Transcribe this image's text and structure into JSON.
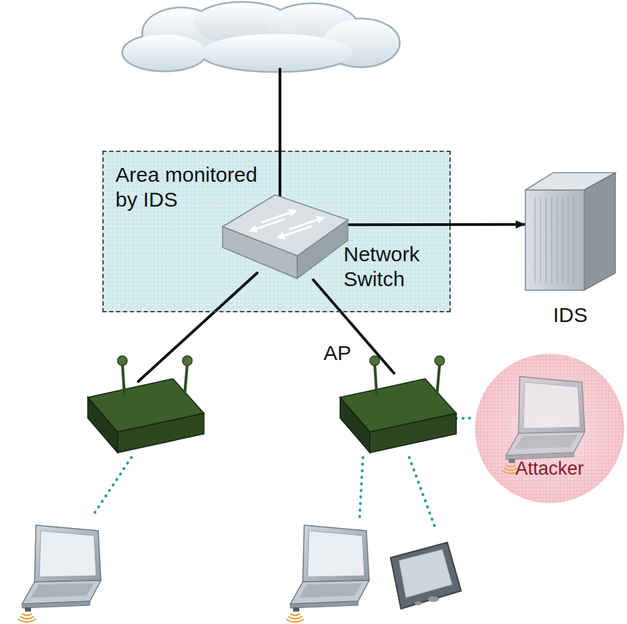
{
  "diagram": {
    "nodes": [
      {
        "text": [
          "Area monitored by IDS"
        ]
      },
      {
        "text": [
          "Network Switch"
        ],
        "in": 0
      },
      {
        "text": [
          "IDS"
        ]
      },
      {
        "text": [
          "AP"
        ]
      },
      {
        "text": [
          "Attacker"
        ]
      }
    ],
    "edges": [
      {
        "from": 1,
        "to": 2,
        "arrow": "to"
      },
      {
        "from": 1,
        "to": 3,
        "arrow": "none"
      },
      {
        "from": 3,
        "to": 4,
        "arrow": "none"
      }
    ]
  }
}
